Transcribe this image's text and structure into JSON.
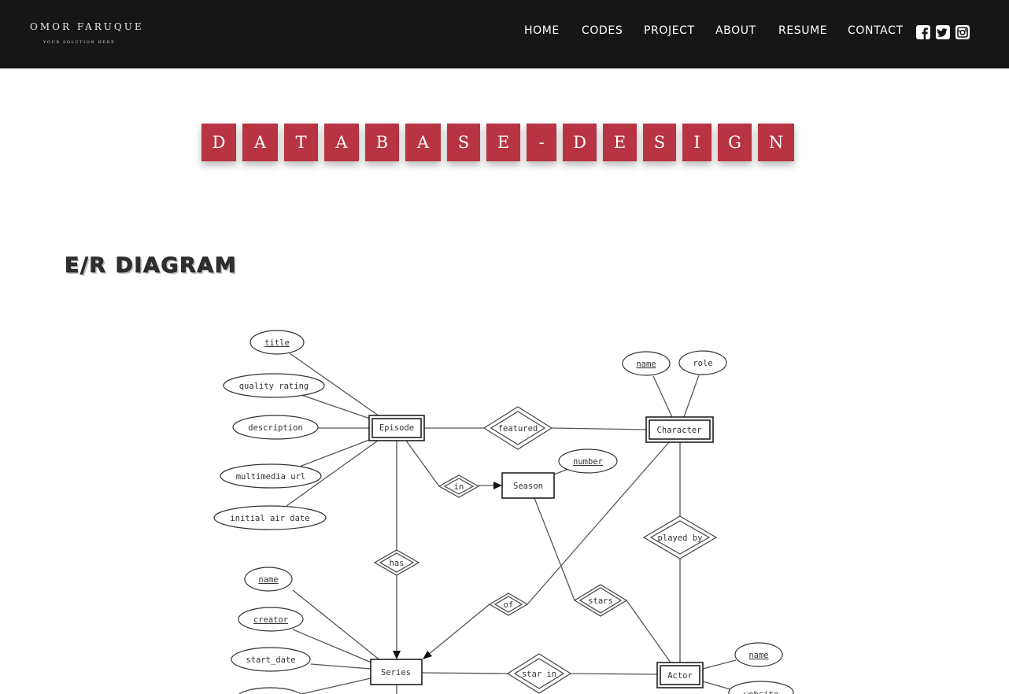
{
  "header": {
    "logo_name": "OMOR FARUQUE",
    "logo_tagline": "YOUR SOLUTION HERE",
    "nav": [
      {
        "label": "HOME"
      },
      {
        "label": "CODES"
      },
      {
        "label": "PROJECT"
      },
      {
        "label": "ABOUT"
      },
      {
        "label": "RESUME"
      },
      {
        "label": "CONTACT"
      }
    ],
    "social": [
      {
        "icon": "facebook-icon"
      },
      {
        "icon": "twitter-icon"
      },
      {
        "icon": "instagram-icon"
      }
    ]
  },
  "title_banner": {
    "letters": [
      "D",
      "A",
      "T",
      "A",
      "B",
      "A",
      "S",
      "E",
      "-",
      "D",
      "E",
      "S",
      "I",
      "G",
      "N"
    ],
    "tile_color": "#b83442"
  },
  "section": {
    "heading": "E/R DIAGRAM"
  },
  "diagram": {
    "entities": {
      "episode": "Episode",
      "character": "Character",
      "season": "Season",
      "series": "Series",
      "actor": "Actor"
    },
    "relationships": {
      "featured": "featured",
      "in": "in",
      "has": "has",
      "of": "of",
      "stars": "stars",
      "played_by": "played by",
      "star_in": "star in"
    },
    "attributes": {
      "episode_title": "title",
      "episode_quality": "quality rating",
      "episode_description": "description",
      "episode_multimedia": "multimedia url",
      "episode_air_date": "initial air date",
      "character_name": "name",
      "character_role": "role",
      "season_number": "number",
      "series_name": "name",
      "series_creator": "creator",
      "series_start_date": "start_date",
      "actor_name": "name",
      "actor_website": "website"
    }
  }
}
